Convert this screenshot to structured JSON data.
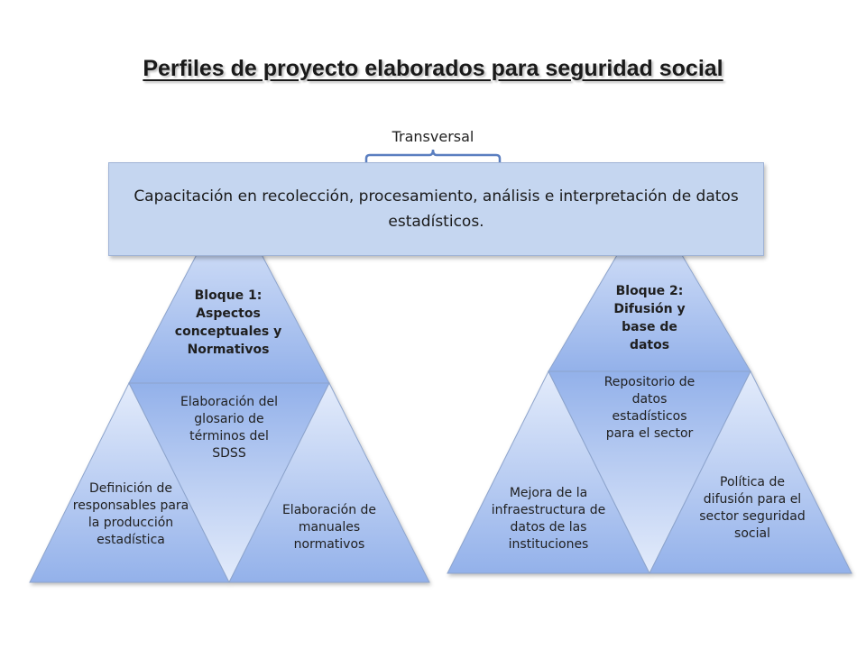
{
  "title": "Perfiles de proyecto elaborados para seguridad social",
  "transversal": {
    "label": "Transversal",
    "banner": "Capacitación en recolección, procesamiento, análisis e interpretación de datos estadísticos."
  },
  "bloque1": {
    "title": "Bloque 1: Aspectos conceptuales y Normativos",
    "left": "Definición de responsables para la producción estadística",
    "middle": "Elaboración del glosario de términos del SDSS",
    "right": "Elaboración de manuales normativos"
  },
  "bloque2": {
    "title": "Bloque 2: Difusión y base de datos",
    "left": "Mejora de la infraestructura de datos de las instituciones",
    "middle": "Repositorio de datos estadísticos para el sector",
    "right": "Política de difusión para el sector seguridad social"
  },
  "colors": {
    "triangle_dark": "#93b1ea",
    "triangle_light": "#e4ecfb",
    "banner": "#c5d6f0",
    "outline": "#8da4cc"
  }
}
